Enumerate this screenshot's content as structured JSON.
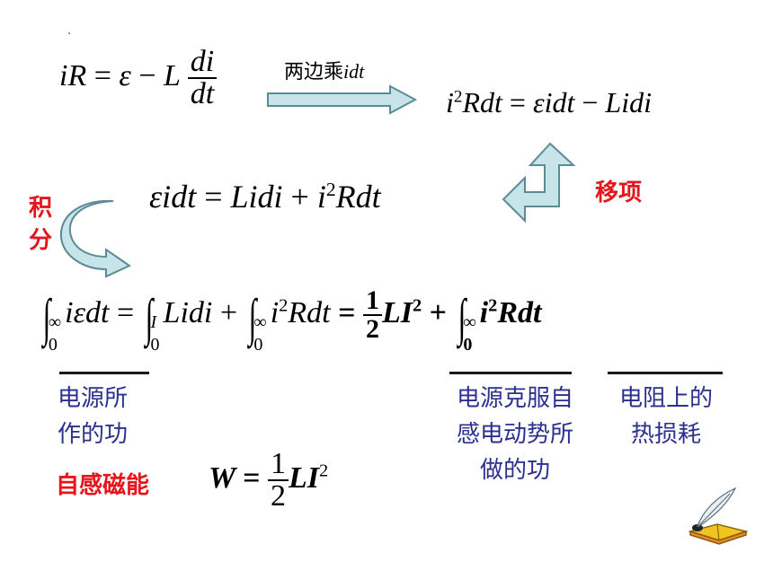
{
  "eq1": {
    "lhs": "iR",
    "eq": "=",
    "eps": "ε",
    "minus": "−",
    "L": "L",
    "num": "di",
    "den": "dt"
  },
  "arrow1_label": {
    "cn": "两边乘",
    "math": "idt"
  },
  "eq2": {
    "i": "i",
    "sup": "2",
    "rest": "Rdt",
    "eq": "=",
    "t1": "εidt",
    "minus": "−",
    "t2": "Lidi"
  },
  "label_move": "移项",
  "label_integrate": [
    "积",
    "分"
  ],
  "eq3": {
    "lhs": "εidt",
    "eq": "=",
    "t1": "Lidi",
    "plus": "+",
    "i": "i",
    "sup": "2",
    "t2": "Rdt"
  },
  "eq4": {
    "int1_up": "∞",
    "int1_lo": "0",
    "t1": "iεdt",
    "eq": "=",
    "int2_up": "I",
    "int2_lo": "0",
    "t2": "Lidi",
    "plus": "+",
    "int3_up": "∞",
    "int3_lo": "0",
    "i": "i",
    "sup": "2",
    "t3": "Rdt",
    "eq2": "=",
    "num": "1",
    "den": "2",
    "LI": "LI",
    "sup2": "2",
    "plus2": "+",
    "int4_up": "∞",
    "int4_lo": "0",
    "i2": "i",
    "sup3": "2",
    "t4": "Rdt"
  },
  "note_source_work": [
    "电源所",
    "作的功"
  ],
  "note_overcome": [
    "电源克服自",
    "感电动势所",
    "做的功"
  ],
  "note_heat": [
    "电阻上的",
    "热损耗"
  ],
  "label_self_energy": "自感磁能",
  "eq5": {
    "W": "W",
    "eq": "=",
    "num": "1",
    "den": "2",
    "LI": "LI",
    "sup": "2"
  }
}
